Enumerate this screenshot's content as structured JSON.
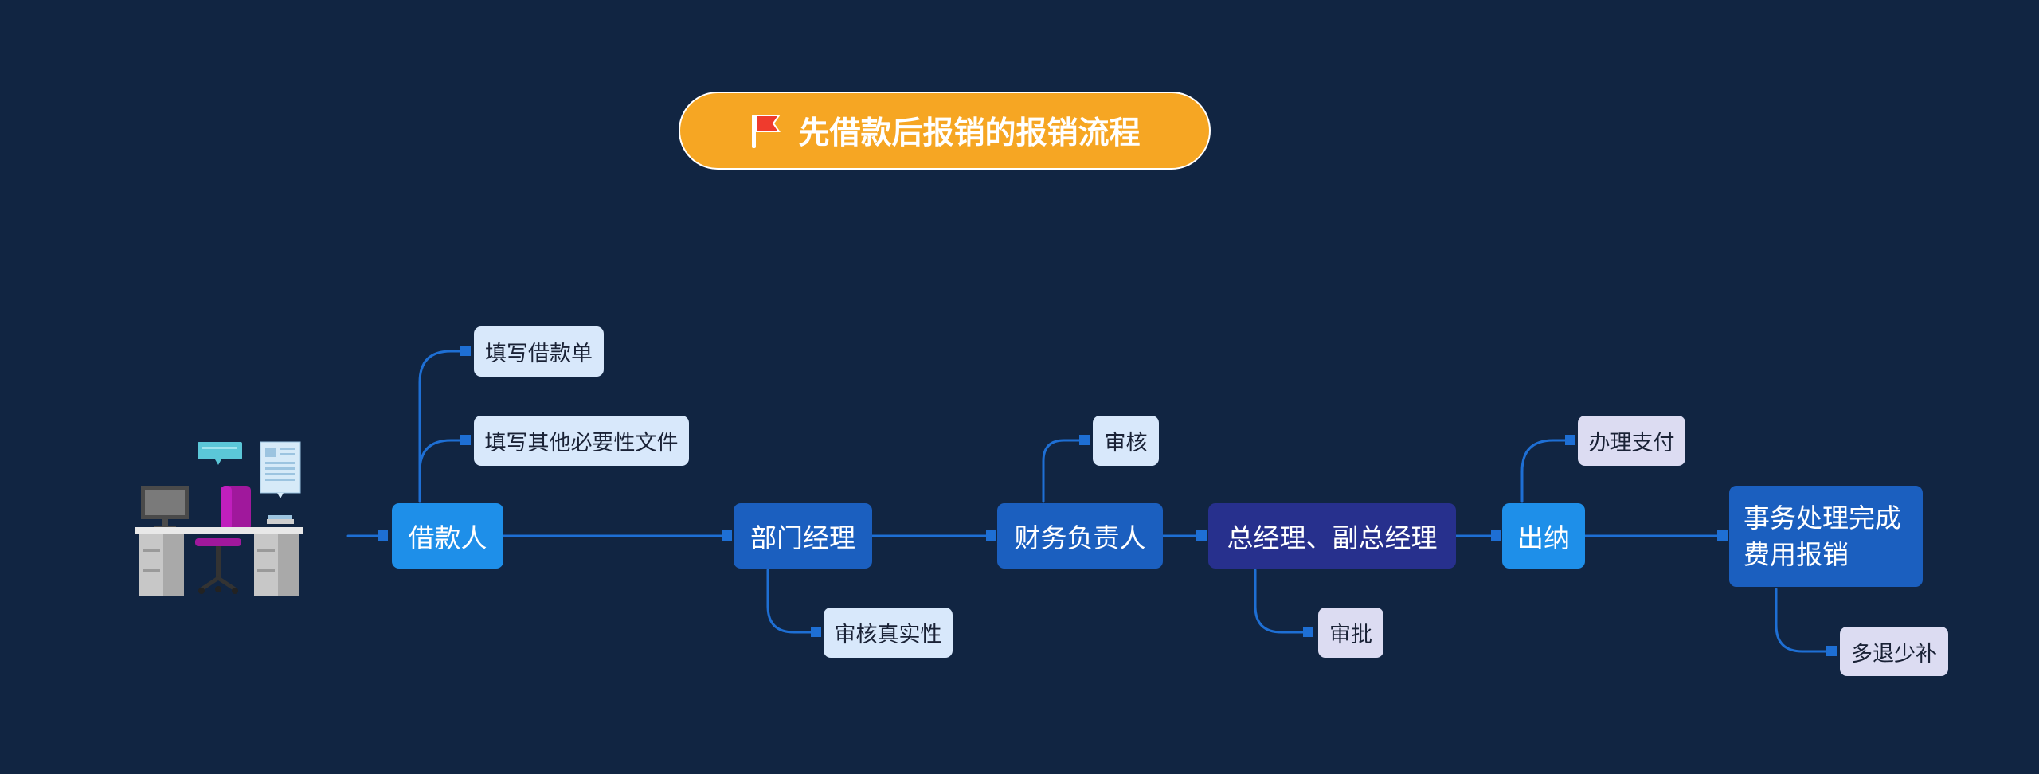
{
  "title": {
    "text": "先借款后报销的报销流程",
    "icon": "flag-icon"
  },
  "colors": {
    "background": "#112542",
    "title_fill": "#f6a623",
    "node_bright": "#1e8fe9",
    "node_mid": "#1b5fbf",
    "node_dark": "#27308d",
    "leaf_fill": "#d8e8fb",
    "leaf_fill_alt": "#dcdcf2",
    "connector": "#1e6fd4"
  },
  "flow": {
    "steps": [
      {
        "label": "借款人",
        "details": [
          "填写借款单",
          "填写其他必要性文件"
        ]
      },
      {
        "label": "部门经理",
        "details": [
          "审核真实性"
        ]
      },
      {
        "label": "财务负责人",
        "details": [
          "审核"
        ]
      },
      {
        "label": "总经理、副总经理",
        "details": [
          "审批"
        ]
      },
      {
        "label": "出纳",
        "details": [
          "办理支付"
        ]
      },
      {
        "label": "事务处理完成\n费用报销",
        "details": [
          "多退少补"
        ]
      }
    ]
  },
  "illustration": {
    "icon": "office-desk-icon"
  }
}
